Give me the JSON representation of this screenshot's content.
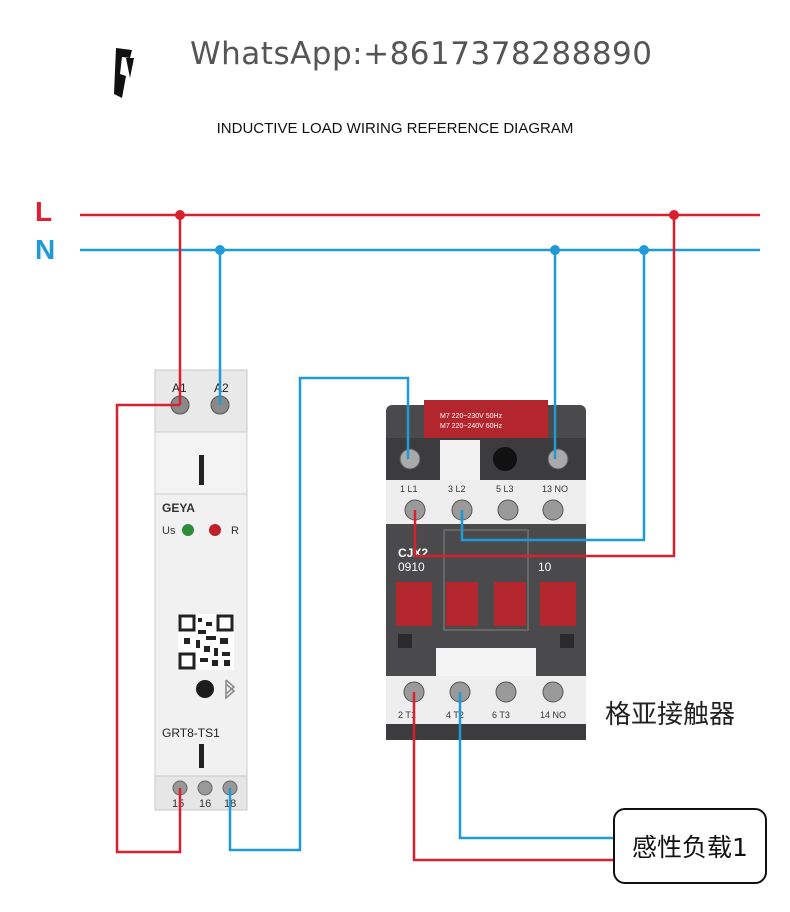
{
  "header": {
    "whatsapp": "WhatsApp:+8617378288890",
    "title": "INDUCTIVE LOAD WIRING REFERENCE DIAGRAM"
  },
  "rails": {
    "L": "L",
    "N": "N"
  },
  "colors": {
    "live": "#d8202e",
    "neutral": "#1f9ad6",
    "contactor_red": "#b3262d",
    "contactor_body": "#4a4a4c",
    "module_white": "#f1f1f1"
  },
  "relay": {
    "terminal_A1": "A1",
    "terminal_A2": "A2",
    "brand": "GEYA",
    "led_us": "Us",
    "led_r": "R",
    "model": "GRT8-TS1",
    "terminal_15": "15",
    "terminal_16": "16",
    "terminal_18": "18",
    "bluetooth_icon": "bluetooth-icon",
    "qr_icon": "qr-code-icon"
  },
  "contactor": {
    "label_top": [
      "1 L1",
      "3 L2",
      "5 L3",
      "13 NO"
    ],
    "label_bottom": [
      "2 T1",
      "4 T2",
      "6 T3",
      "14 NO"
    ],
    "model_line1": "CJX2",
    "model_line2": "0910",
    "model_right": "10",
    "rating_line1": "M7 220~230V 50Hz",
    "rating_line2": "M7 220~240V 60Hz",
    "name": "格亚接触器"
  },
  "load": {
    "label": "感性负载1"
  }
}
